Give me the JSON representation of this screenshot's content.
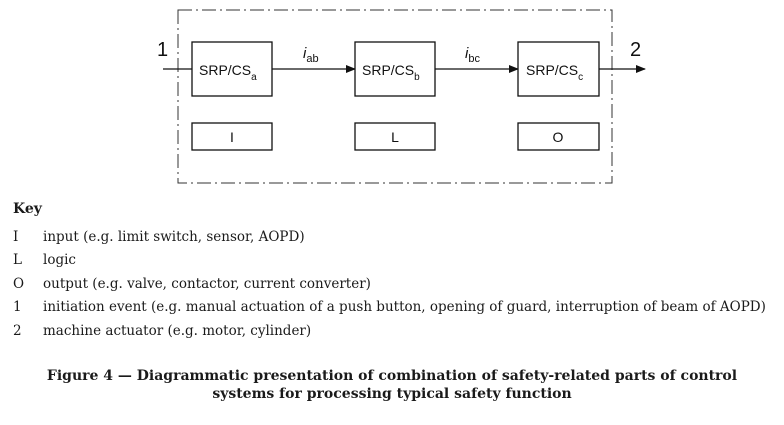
{
  "diagram": {
    "input_label": "1",
    "output_label": "2",
    "blocks": [
      {
        "main": "SRP/CS",
        "sub": "a",
        "function": "I"
      },
      {
        "main": "SRP/CS",
        "sub": "b",
        "function": "L"
      },
      {
        "main": "SRP/CS",
        "sub": "c",
        "function": "O"
      }
    ],
    "signals": [
      {
        "main": "i",
        "sub": "ab"
      },
      {
        "main": "i",
        "sub": "bc"
      }
    ]
  },
  "key": {
    "title": "Key",
    "items": [
      {
        "symbol": "I",
        "text": "input (e.g. limit switch, sensor, AOPD)"
      },
      {
        "symbol": "L",
        "text": "logic"
      },
      {
        "symbol": "O",
        "text": "output (e.g. valve, contactor, current converter)"
      },
      {
        "symbol": "1",
        "text": "initiation event (e.g. manual actuation of a push button, opening of guard, interruption of beam of AOPD)"
      },
      {
        "symbol": "2",
        "text": "machine actuator (e.g. motor, cylinder)"
      }
    ]
  },
  "caption": {
    "line1": "Figure 4 — Diagrammatic presentation of combination of safety-related parts of control",
    "line2": "systems for processing typical safety function"
  }
}
